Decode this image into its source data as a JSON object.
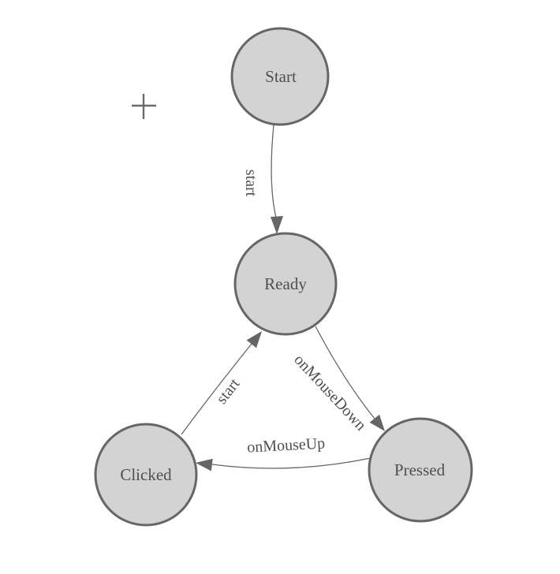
{
  "diagram": {
    "colors": {
      "background": "#ffffff",
      "node_fill": "#d3d3d3",
      "node_stroke": "#666666",
      "edge": "#666666",
      "text": "#4f4f4f",
      "crosshair": "#6b6b6b"
    },
    "nodes": [
      {
        "label": "Start"
      },
      {
        "label": "Ready"
      },
      {
        "label": "Clicked"
      },
      {
        "label": "Pressed"
      }
    ],
    "edges": [
      {
        "from": "Start",
        "to": "Ready",
        "label": "start"
      },
      {
        "from": "Ready",
        "to": "Pressed",
        "label": "onMouseDown"
      },
      {
        "from": "Clicked",
        "to": "Ready",
        "label": "start"
      },
      {
        "from": "Pressed",
        "to": "Clicked",
        "label": "onMouseUp"
      }
    ]
  }
}
